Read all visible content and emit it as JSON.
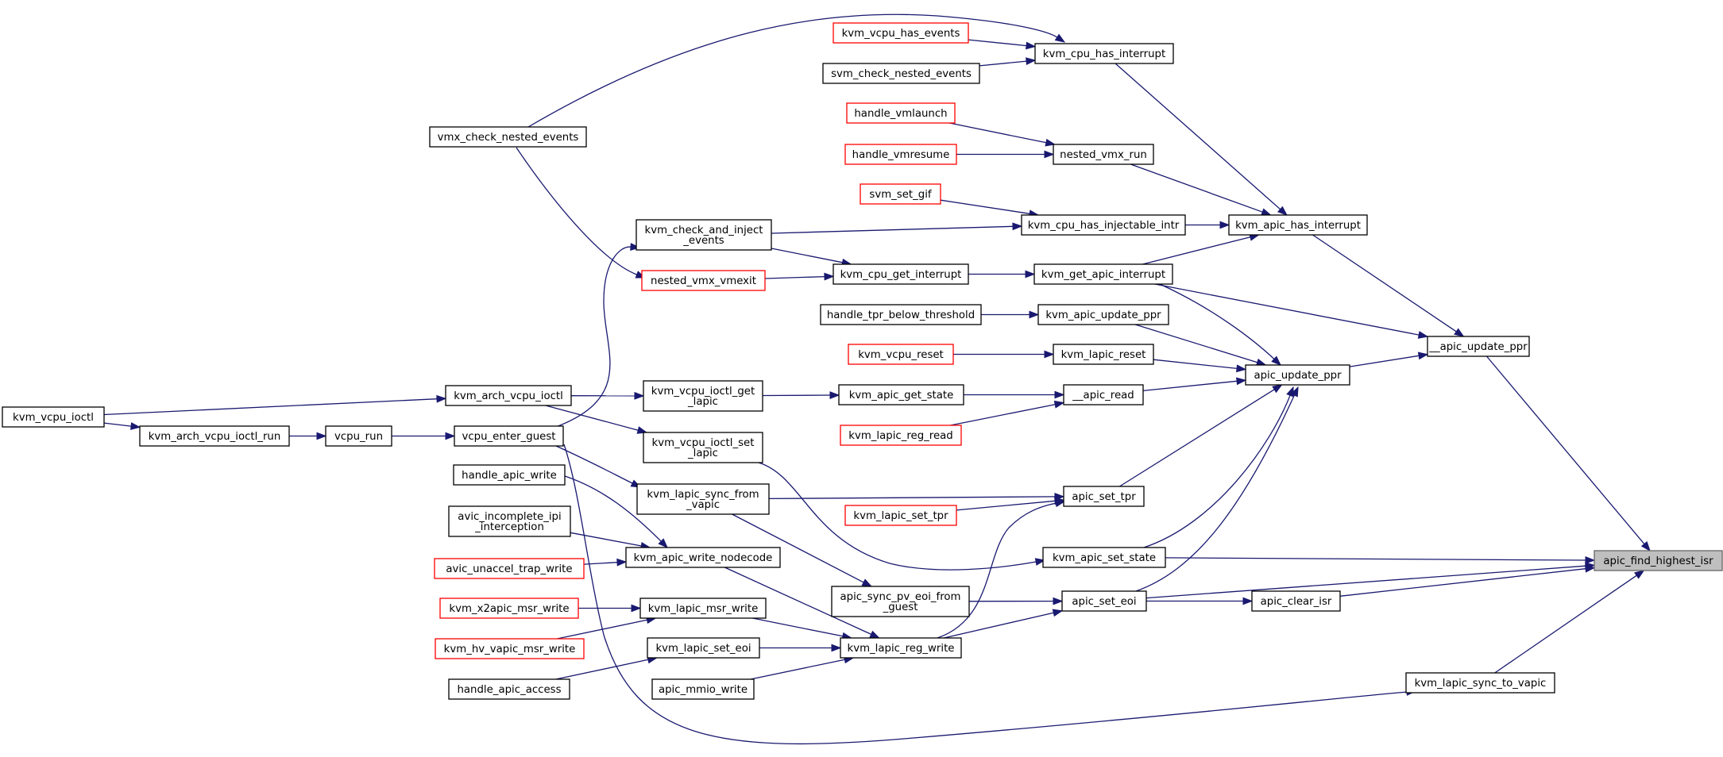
{
  "graph": {
    "colors": {
      "edge": "#191970",
      "normal_border": "#000000",
      "truncated_border": "#ff0000",
      "focus_fill": "#bfbfbf"
    },
    "nodes": [
      {
        "id": "find_highest_isr",
        "lines": [
          "apic_find_highest_isr"
        ],
        "style": "focus"
      },
      {
        "id": "apic_update_ppr_u",
        "lines": [
          "__apic_update_ppr"
        ],
        "style": "normal"
      },
      {
        "id": "apic_update_ppr",
        "lines": [
          "apic_update_ppr"
        ],
        "style": "normal"
      },
      {
        "id": "kvm_apic_set_state",
        "lines": [
          "kvm_apic_set_state"
        ],
        "style": "normal"
      },
      {
        "id": "apic_set_eoi",
        "lines": [
          "apic_set_eoi"
        ],
        "style": "normal"
      },
      {
        "id": "apic_clear_isr",
        "lines": [
          "apic_clear_isr"
        ],
        "style": "normal"
      },
      {
        "id": "kvm_lapic_sync_to_vapic",
        "lines": [
          "kvm_lapic_sync_to_vapic"
        ],
        "style": "normal"
      },
      {
        "id": "kvm_apic_has_interrupt",
        "lines": [
          "kvm_apic_has_interrupt"
        ],
        "style": "normal"
      },
      {
        "id": "kvm_get_apic_interrupt",
        "lines": [
          "kvm_get_apic_interrupt"
        ],
        "style": "normal"
      },
      {
        "id": "kvm_apic_update_ppr",
        "lines": [
          "kvm_apic_update_ppr"
        ],
        "style": "normal"
      },
      {
        "id": "kvm_lapic_reset",
        "lines": [
          "kvm_lapic_reset"
        ],
        "style": "normal"
      },
      {
        "id": "apic_read",
        "lines": [
          "__apic_read"
        ],
        "style": "normal"
      },
      {
        "id": "apic_set_tpr",
        "lines": [
          "apic_set_tpr"
        ],
        "style": "normal"
      },
      {
        "id": "kvm_cpu_has_interrupt",
        "lines": [
          "kvm_cpu_has_interrupt"
        ],
        "style": "normal"
      },
      {
        "id": "nested_vmx_run",
        "lines": [
          "nested_vmx_run"
        ],
        "style": "normal"
      },
      {
        "id": "kvm_cpu_has_injectable_intr",
        "lines": [
          "kvm_cpu_has_injectable_intr"
        ],
        "style": "normal"
      },
      {
        "id": "kvm_cpu_get_interrupt",
        "lines": [
          "kvm_cpu_get_interrupt"
        ],
        "style": "normal"
      },
      {
        "id": "kvm_vcpu_has_events",
        "lines": [
          "kvm_vcpu_has_events"
        ],
        "style": "red"
      },
      {
        "id": "svm_check_nested_events",
        "lines": [
          "svm_check_nested_events"
        ],
        "style": "normal"
      },
      {
        "id": "handle_vmlaunch",
        "lines": [
          "handle_vmlaunch"
        ],
        "style": "red"
      },
      {
        "id": "handle_vmresume",
        "lines": [
          "handle_vmresume"
        ],
        "style": "red"
      },
      {
        "id": "svm_set_gif",
        "lines": [
          "svm_set_gif"
        ],
        "style": "red"
      },
      {
        "id": "handle_tpr_below_threshold",
        "lines": [
          "handle_tpr_below_threshold"
        ],
        "style": "normal"
      },
      {
        "id": "kvm_vcpu_reset",
        "lines": [
          "kvm_vcpu_reset"
        ],
        "style": "red"
      },
      {
        "id": "kvm_apic_get_state",
        "lines": [
          "kvm_apic_get_state"
        ],
        "style": "normal"
      },
      {
        "id": "kvm_lapic_reg_read",
        "lines": [
          "kvm_lapic_reg_read"
        ],
        "style": "red"
      },
      {
        "id": "kvm_lapic_set_tpr",
        "lines": [
          "kvm_lapic_set_tpr"
        ],
        "style": "red"
      },
      {
        "id": "apic_sync_pv_eoi_from_guest",
        "lines": [
          "apic_sync_pv_eoi_from",
          "_guest"
        ],
        "style": "normal"
      },
      {
        "id": "kvm_lapic_reg_write",
        "lines": [
          "kvm_lapic_reg_write"
        ],
        "style": "normal"
      },
      {
        "id": "vmx_check_nested_events",
        "lines": [
          "vmx_check_nested_events"
        ],
        "style": "normal"
      },
      {
        "id": "kvm_check_and_inject_events",
        "lines": [
          "kvm_check_and_inject",
          "_events"
        ],
        "style": "normal"
      },
      {
        "id": "nested_vmx_vmexit",
        "lines": [
          "nested_vmx_vmexit"
        ],
        "style": "red"
      },
      {
        "id": "kvm_vcpu_ioctl_get_lapic",
        "lines": [
          "kvm_vcpu_ioctl_get",
          "_lapic"
        ],
        "style": "normal"
      },
      {
        "id": "kvm_vcpu_ioctl_set_lapic",
        "lines": [
          "kvm_vcpu_ioctl_set",
          "_lapic"
        ],
        "style": "normal"
      },
      {
        "id": "kvm_lapic_sync_from_vapic",
        "lines": [
          "kvm_lapic_sync_from",
          "_vapic"
        ],
        "style": "normal"
      },
      {
        "id": "kvm_apic_write_nodecode",
        "lines": [
          "kvm_apic_write_nodecode"
        ],
        "style": "normal"
      },
      {
        "id": "kvm_lapic_msr_write",
        "lines": [
          "kvm_lapic_msr_write"
        ],
        "style": "normal"
      },
      {
        "id": "kvm_lapic_set_eoi",
        "lines": [
          "kvm_lapic_set_eoi"
        ],
        "style": "normal"
      },
      {
        "id": "apic_mmio_write",
        "lines": [
          "apic_mmio_write"
        ],
        "style": "normal"
      },
      {
        "id": "kvm_arch_vcpu_ioctl",
        "lines": [
          "kvm_arch_vcpu_ioctl"
        ],
        "style": "normal"
      },
      {
        "id": "vcpu_enter_guest",
        "lines": [
          "vcpu_enter_guest"
        ],
        "style": "normal"
      },
      {
        "id": "handle_apic_write",
        "lines": [
          "handle_apic_write"
        ],
        "style": "normal"
      },
      {
        "id": "avic_incomplete_ipi_interception",
        "lines": [
          "avic_incomplete_ipi",
          "_interception"
        ],
        "style": "normal"
      },
      {
        "id": "avic_unaccel_trap_write",
        "lines": [
          "avic_unaccel_trap_write"
        ],
        "style": "red"
      },
      {
        "id": "kvm_x2apic_msr_write",
        "lines": [
          "kvm_x2apic_msr_write"
        ],
        "style": "red"
      },
      {
        "id": "kvm_hv_vapic_msr_write",
        "lines": [
          "kvm_hv_vapic_msr_write"
        ],
        "style": "red"
      },
      {
        "id": "handle_apic_access",
        "lines": [
          "handle_apic_access"
        ],
        "style": "normal"
      },
      {
        "id": "vcpu_run",
        "lines": [
          "vcpu_run"
        ],
        "style": "normal"
      },
      {
        "id": "kvm_arch_vcpu_ioctl_run",
        "lines": [
          "kvm_arch_vcpu_ioctl_run"
        ],
        "style": "normal"
      },
      {
        "id": "kvm_vcpu_ioctl",
        "lines": [
          "kvm_vcpu_ioctl"
        ],
        "style": "normal"
      }
    ],
    "edges": [
      [
        "apic_update_ppr_u",
        "find_highest_isr"
      ],
      [
        "apic_update_ppr",
        "apic_update_ppr_u"
      ],
      [
        "kvm_apic_set_state",
        "find_highest_isr"
      ],
      [
        "apic_set_eoi",
        "find_highest_isr"
      ],
      [
        "apic_clear_isr",
        "find_highest_isr"
      ],
      [
        "kvm_lapic_sync_to_vapic",
        "find_highest_isr"
      ],
      [
        "kvm_apic_has_interrupt",
        "apic_update_ppr_u"
      ],
      [
        "kvm_get_apic_interrupt",
        "apic_update_ppr_u"
      ],
      [
        "kvm_get_apic_interrupt",
        "apic_update_ppr"
      ],
      [
        "kvm_apic_update_ppr",
        "apic_update_ppr"
      ],
      [
        "kvm_lapic_reset",
        "apic_update_ppr"
      ],
      [
        "apic_read",
        "apic_update_ppr"
      ],
      [
        "apic_set_tpr",
        "apic_update_ppr"
      ],
      [
        "kvm_apic_set_state",
        "apic_update_ppr"
      ],
      [
        "apic_set_eoi",
        "apic_update_ppr"
      ],
      [
        "apic_set_eoi",
        "apic_clear_isr"
      ],
      [
        "kvm_cpu_has_interrupt",
        "kvm_apic_has_interrupt"
      ],
      [
        "nested_vmx_run",
        "kvm_apic_has_interrupt"
      ],
      [
        "kvm_cpu_has_injectable_intr",
        "kvm_apic_has_interrupt"
      ],
      [
        "kvm_get_apic_interrupt",
        "kvm_apic_has_interrupt"
      ],
      [
        "kvm_cpu_get_interrupt",
        "kvm_get_apic_interrupt"
      ],
      [
        "handle_tpr_below_threshold",
        "kvm_apic_update_ppr"
      ],
      [
        "kvm_vcpu_reset",
        "kvm_lapic_reset"
      ],
      [
        "kvm_apic_get_state",
        "apic_read"
      ],
      [
        "kvm_lapic_reg_read",
        "apic_read"
      ],
      [
        "kvm_lapic_sync_from_vapic",
        "apic_set_tpr"
      ],
      [
        "kvm_lapic_set_tpr",
        "apic_set_tpr"
      ],
      [
        "kvm_lapic_reg_write",
        "apic_set_tpr"
      ],
      [
        "kvm_vcpu_ioctl_set_lapic",
        "kvm_apic_set_state"
      ],
      [
        "apic_sync_pv_eoi_from_guest",
        "apic_set_eoi"
      ],
      [
        "kvm_lapic_reg_write",
        "apic_set_eoi"
      ],
      [
        "vcpu_enter_guest",
        "kvm_lapic_sync_to_vapic"
      ],
      [
        "kvm_vcpu_has_events",
        "kvm_cpu_has_interrupt"
      ],
      [
        "svm_check_nested_events",
        "kvm_cpu_has_interrupt"
      ],
      [
        "vmx_check_nested_events",
        "kvm_cpu_has_interrupt"
      ],
      [
        "handle_vmlaunch",
        "nested_vmx_run"
      ],
      [
        "handle_vmresume",
        "nested_vmx_run"
      ],
      [
        "svm_set_gif",
        "kvm_cpu_has_injectable_intr"
      ],
      [
        "kvm_check_and_inject_events",
        "kvm_cpu_has_injectable_intr"
      ],
      [
        "kvm_check_and_inject_events",
        "kvm_cpu_get_interrupt"
      ],
      [
        "nested_vmx_vmexit",
        "kvm_cpu_get_interrupt"
      ],
      [
        "vmx_check_nested_events",
        "nested_vmx_vmexit"
      ],
      [
        "vcpu_enter_guest",
        "kvm_check_and_inject_events"
      ],
      [
        "kvm_vcpu_ioctl_get_lapic",
        "kvm_apic_get_state"
      ],
      [
        "kvm_arch_vcpu_ioctl",
        "kvm_vcpu_ioctl_get_lapic"
      ],
      [
        "kvm_arch_vcpu_ioctl",
        "kvm_vcpu_ioctl_set_lapic"
      ],
      [
        "vcpu_enter_guest",
        "kvm_lapic_sync_from_vapic"
      ],
      [
        "kvm_lapic_sync_from_vapic",
        "apic_sync_pv_eoi_from_guest"
      ],
      [
        "kvm_apic_write_nodecode",
        "kvm_lapic_reg_write"
      ],
      [
        "kvm_lapic_msr_write",
        "kvm_lapic_reg_write"
      ],
      [
        "kvm_lapic_set_eoi",
        "kvm_lapic_reg_write"
      ],
      [
        "apic_mmio_write",
        "kvm_lapic_reg_write"
      ],
      [
        "handle_apic_write",
        "kvm_apic_write_nodecode"
      ],
      [
        "avic_incomplete_ipi_interception",
        "kvm_apic_write_nodecode"
      ],
      [
        "avic_unaccel_trap_write",
        "kvm_apic_write_nodecode"
      ],
      [
        "kvm_x2apic_msr_write",
        "kvm_lapic_msr_write"
      ],
      [
        "kvm_hv_vapic_msr_write",
        "kvm_lapic_msr_write"
      ],
      [
        "handle_apic_access",
        "kvm_lapic_set_eoi"
      ],
      [
        "vcpu_run",
        "vcpu_enter_guest"
      ],
      [
        "kvm_arch_vcpu_ioctl_run",
        "vcpu_run"
      ],
      [
        "kvm_vcpu_ioctl",
        "kvm_arch_vcpu_ioctl_run"
      ],
      [
        "kvm_vcpu_ioctl",
        "kvm_arch_vcpu_ioctl"
      ]
    ]
  }
}
